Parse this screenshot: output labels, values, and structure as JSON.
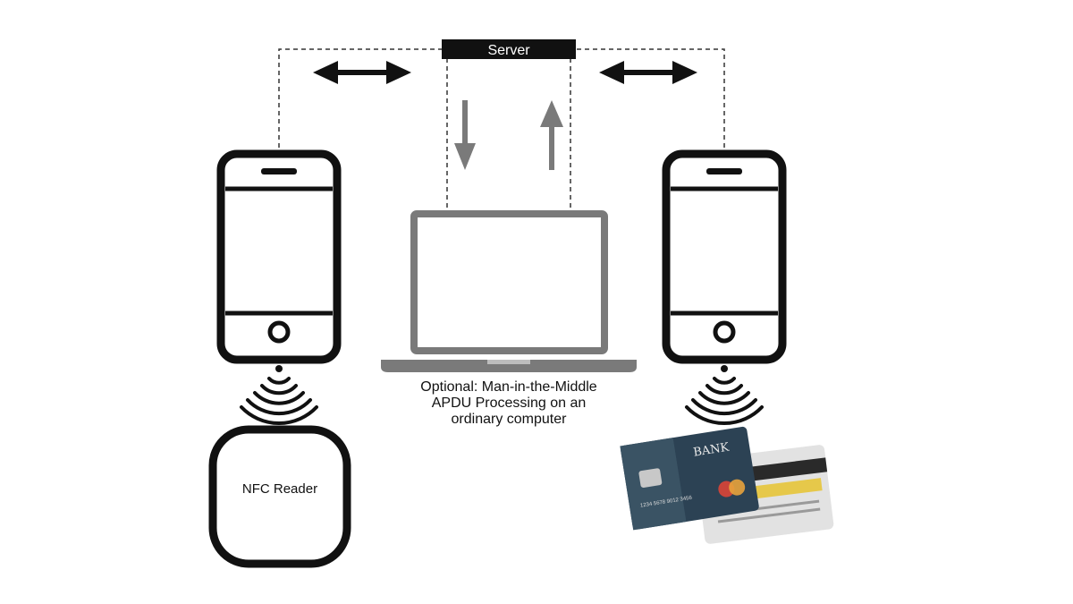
{
  "server": {
    "label": "Server"
  },
  "laptop": {
    "caption_lines": [
      "Optional: Man-in-the-Middle",
      "APDU Processing on an",
      "ordinary computer"
    ]
  },
  "reader": {
    "label": "NFC Reader"
  },
  "card": {
    "bank_label": "BANK",
    "card_number": "1234 5678 9012 3456"
  },
  "colors": {
    "black": "#111111",
    "gray": "#7a7a7a",
    "card_navy": "#2c4254",
    "card_chip": "#c8c8c8",
    "stripe_yellow": "#e6c84a"
  }
}
